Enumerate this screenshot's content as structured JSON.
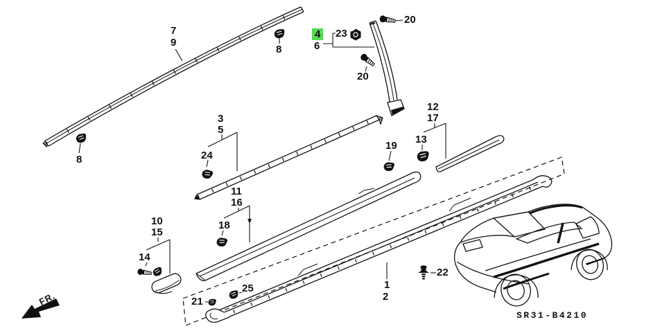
{
  "diagram": {
    "code": "SR31-B4210",
    "direction_label": "FR.",
    "highlight_color": "#55d955",
    "line_color": "#111111",
    "background_color": "#ffffff",
    "highlighted_part": "4",
    "labels": {
      "p7": "7",
      "p9": "9",
      "p8_left": "8",
      "p8_top": "8",
      "p4": "4",
      "p6": "6",
      "p23": "23",
      "p20_top": "20",
      "p20_mid": "20",
      "p3": "3",
      "p5": "5",
      "p24": "24",
      "p11": "11",
      "p16": "16",
      "p18": "18",
      "p10": "10",
      "p15": "15",
      "p14": "14",
      "p19": "19",
      "p13": "13",
      "p12": "12",
      "p17": "17",
      "p21": "21",
      "p25": "25",
      "p1": "1",
      "p2": "2",
      "p22": "22"
    }
  }
}
